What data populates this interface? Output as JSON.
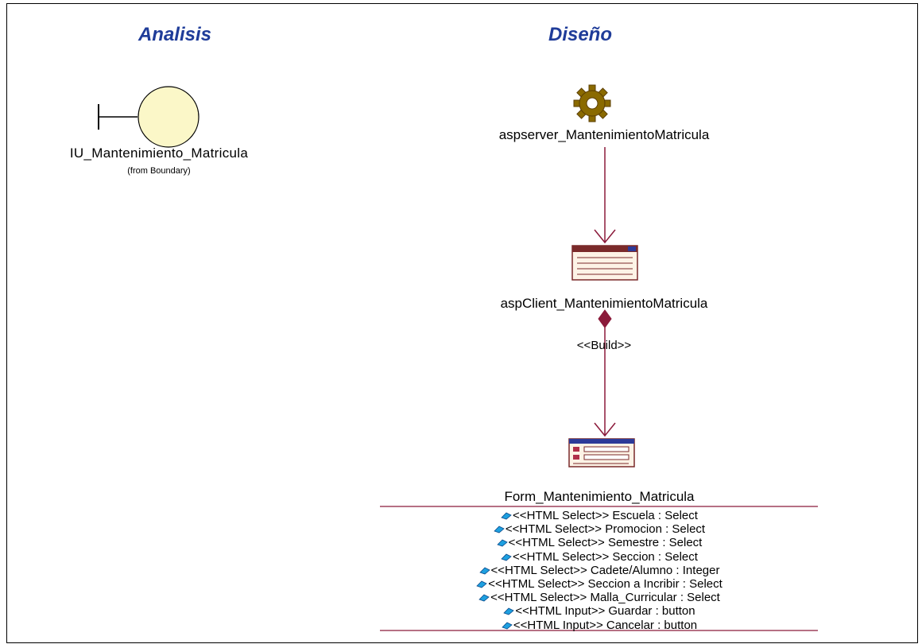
{
  "headings": {
    "analysis": "Analisis",
    "design": "Diseño"
  },
  "boundary": {
    "name": "IU_Mantenimiento_Matricula",
    "from": "(from Boundary)"
  },
  "server_page": {
    "name": "aspserver_MantenimientoMatricula"
  },
  "client_page": {
    "name": "aspClient_MantenimientoMatricula"
  },
  "build_relation": {
    "stereotype": "<<Build>>"
  },
  "form": {
    "name": "Form_Mantenimiento_Matricula",
    "attributes": [
      "<<HTML Select>> Escuela : Select",
      "<<HTML Select>> Promocion : Select",
      "<<HTML Select>> Semestre : Select",
      "<<HTML Select>> Seccion : Select",
      "<<HTML Select>> Cadete/Alumno : Integer",
      "<<HTML Select>> Seccion a Incribir : Select",
      "<<HTML Select>> Malla_Curricular : Select",
      "<<HTML Input>> Guardar : button",
      "<<HTML Input>> Cancelar : button"
    ]
  },
  "colors": {
    "heading": "#1f3c99",
    "relation": "#8b1a3a",
    "boundary_fill": "#fbf7c8",
    "icon_fill": "#fdf3e6",
    "gear": "#8a6a00",
    "attr_icon": "#1ea0e0"
  }
}
